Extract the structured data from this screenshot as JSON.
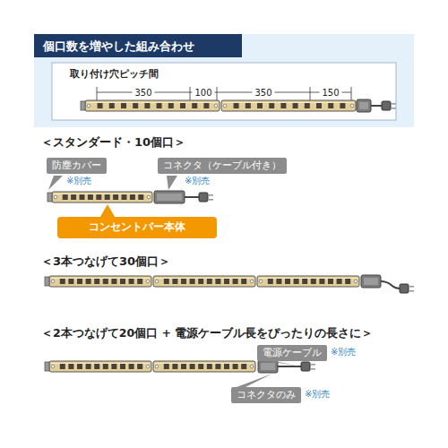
{
  "diagram": {
    "title": "個口数を増やした組み合わせ",
    "nodes": [
      {
        "text": [
          "防塵カバー",
          "※別売"
        ]
      },
      {
        "text": [
          "コネクタ（ケーブル付き）",
          "※別売"
        ]
      },
      {
        "text": [
          "コンセントバー本体"
        ]
      },
      {
        "text": [
          "電源ケーブル",
          "※別売"
        ]
      },
      {
        "text": [
          "コネクタのみ",
          "※別売"
        ]
      }
    ],
    "labels": [
      "取り付け穴ピッチ間",
      "350",
      "100",
      "350",
      "150",
      "＜スタンダード・10個口＞",
      "＜3本つなげて30個口＞",
      "＜2本つなげて20個口 + 電源ケーブル長をぴったりの長さに＞"
    ]
  }
}
